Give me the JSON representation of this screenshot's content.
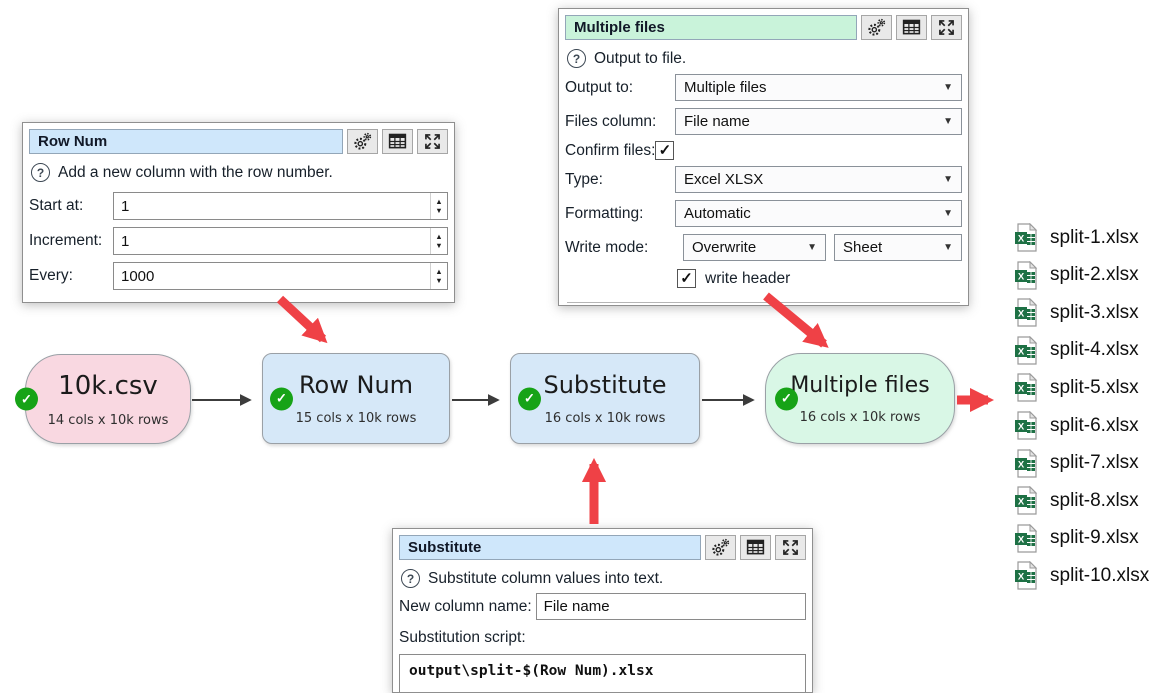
{
  "icons": {
    "help": "?",
    "dropdown_arrow": "▼",
    "spin_up": "▲",
    "spin_down": "▼",
    "check": "✓"
  },
  "colors": {
    "title_blue": "#cfe7fb",
    "title_green": "#c9f3da",
    "node_pink": "#f9d8e1",
    "node_blue": "#d6e8f8",
    "node_green": "#d9f7e6",
    "check_green": "#17a317",
    "arrow_red": "#ef4146",
    "connector_black": "#3c3c3c",
    "excel_green": "#1e7145"
  },
  "panels": {
    "row_num": {
      "title": "Row Num",
      "help": "Add a new column with the row number.",
      "start_at": {
        "label": "Start at:",
        "value": "1"
      },
      "increment": {
        "label": "Increment:",
        "value": "1"
      },
      "every": {
        "label": "Every:",
        "value": "1000"
      }
    },
    "multiple_files": {
      "title": "Multiple files",
      "help": "Output to file.",
      "output_to": {
        "label": "Output to:",
        "value": "Multiple files"
      },
      "files_column": {
        "label": "Files column:",
        "value": "File name"
      },
      "confirm_files": {
        "label": "Confirm files:",
        "checked": true
      },
      "type": {
        "label": "Type:",
        "value": "Excel XLSX"
      },
      "formatting": {
        "label": "Formatting:",
        "value": "Automatic"
      },
      "write_mode": {
        "label": "Write mode:",
        "value_mode": "Overwrite",
        "value_target": "Sheet"
      },
      "write_header": {
        "label": "write header",
        "checked": true
      }
    },
    "substitute": {
      "title": "Substitute",
      "help": "Substitute column values into text.",
      "new_column_name": {
        "label": "New column name:",
        "value": "File name"
      },
      "script_label": "Substitution script:",
      "script": "output\\split-$(Row Num).xlsx"
    }
  },
  "flow": {
    "nodes": [
      {
        "title": "10k.csv",
        "subtitle": "14 cols x 10k rows"
      },
      {
        "title": "Row Num",
        "subtitle": "15 cols x 10k rows"
      },
      {
        "title": "Substitute",
        "subtitle": "16 cols x 10k rows"
      },
      {
        "title": "Multiple files",
        "subtitle": "16 cols x 10k rows"
      }
    ]
  },
  "files": {
    "items": [
      "split-1.xlsx",
      "split-2.xlsx",
      "split-3.xlsx",
      "split-4.xlsx",
      "split-5.xlsx",
      "split-6.xlsx",
      "split-7.xlsx",
      "split-8.xlsx",
      "split-9.xlsx",
      "split-10.xlsx"
    ]
  }
}
